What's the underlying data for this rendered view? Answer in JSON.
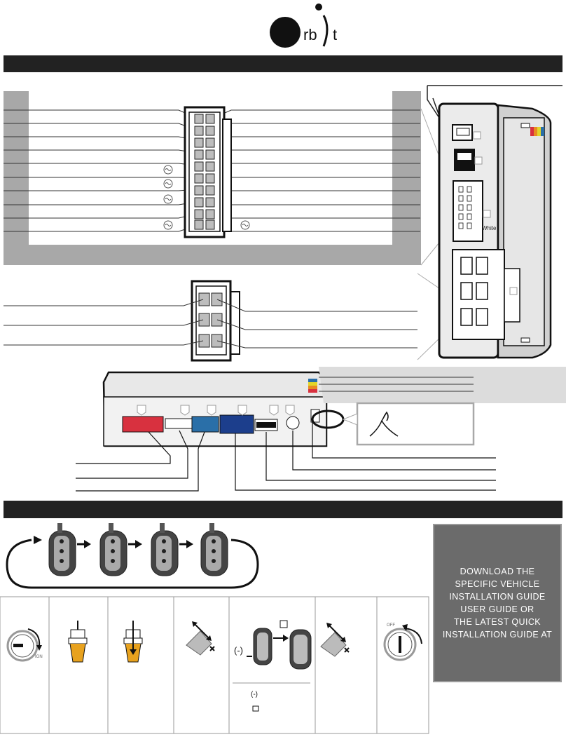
{
  "brand": {
    "logo_left": "o",
    "logo_mid": "rb",
    "logo_right": "t"
  },
  "module": {
    "white_label": "White"
  },
  "sections": {
    "top_band_title": "",
    "bottom_band_title": ""
  },
  "download": {
    "lines": [
      "DOWNLOAD THE",
      "SPECIFIC VEHICLE",
      "INSTALLATION GUIDE",
      "USER GUIDE OR",
      "THE LATEST QUICK",
      "INSTALLATION GUIDE AT"
    ]
  },
  "steps": {
    "ign_label": "IGN",
    "off_label": "OFF",
    "minus_label": "(-)",
    "legend_minus": "(-)"
  },
  "colors": {
    "band": "#222222",
    "gray_panel": "#a8a8a8",
    "red_connector": "#d8313f",
    "blue_connector": "#2a6fa8",
    "navy_connector": "#1c3e8c",
    "download_bg": "#6b6b6b"
  }
}
